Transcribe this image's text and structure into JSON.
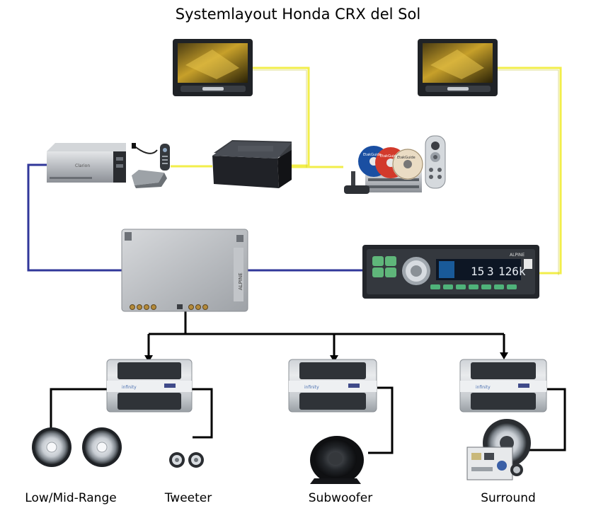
{
  "title": "Systemlayout Honda CRX del Sol",
  "labels": {
    "low_mid": "Low/Mid-Range",
    "tweeter": "Tweeter",
    "subwoofer": "Subwoofer",
    "surround": "Surround"
  },
  "device_text": {
    "dvd_changer_brand": "Clarion",
    "processor_brand": "ALPINE",
    "amp_brand": "infinity",
    "disc_1": "EtakGuide",
    "disc_2": "EtakGuide",
    "disc_3": "EtakGuide",
    "head_unit_brand": "ALPINE",
    "head_unit_display_1": "15",
    "head_unit_display_2": "3",
    "head_unit_display_3": "126k"
  },
  "colors": {
    "video_line": "#f2ee4a",
    "processor_link": "#30379a",
    "speaker_line": "#000000",
    "device_silver": "#b9bcc0",
    "device_dark": "#1b1d22"
  }
}
